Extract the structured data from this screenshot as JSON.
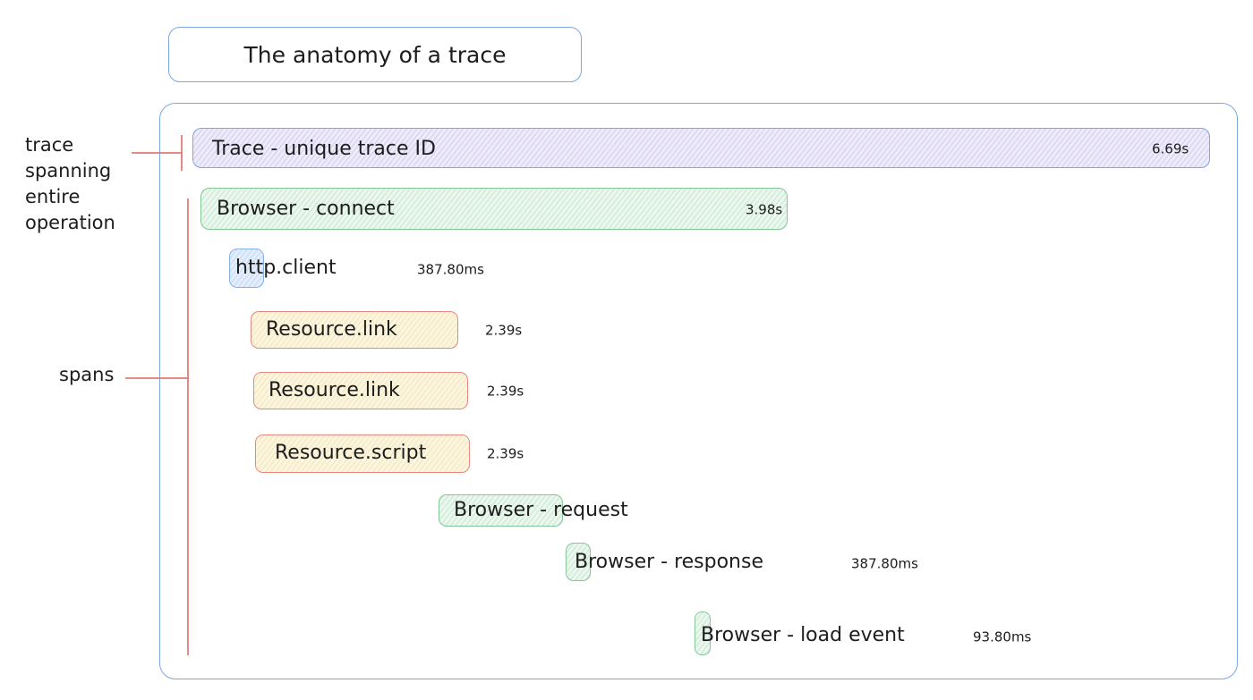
{
  "title": "The anatomy of a trace",
  "annotations": {
    "trace_note": "trace\nspanning\nentire\noperation",
    "spans_note": "spans"
  },
  "spans": [
    {
      "name": "trace",
      "label": "Trace - unique trace ID",
      "duration": "6.69s",
      "color": "purple"
    },
    {
      "name": "browser-connect",
      "label": "Browser - connect",
      "duration": "3.98s",
      "color": "green"
    },
    {
      "name": "http-client",
      "label": "http.client",
      "duration": "387.80ms",
      "color": "blue"
    },
    {
      "name": "resource-link-1",
      "label": "Resource.link",
      "duration": "2.39s",
      "color": "yellow"
    },
    {
      "name": "resource-link-2",
      "label": "Resource.link",
      "duration": "2.39s",
      "color": "yellow"
    },
    {
      "name": "resource-script",
      "label": "Resource.script",
      "duration": "2.39s",
      "color": "yellow"
    },
    {
      "name": "browser-request",
      "label": "Browser - request",
      "duration": "",
      "color": "green"
    },
    {
      "name": "browser-response",
      "label": "Browser - response",
      "duration": "387.80ms",
      "color": "green"
    },
    {
      "name": "browser-load-event",
      "label": "Browser - load event",
      "duration": "93.80ms",
      "color": "green"
    }
  ],
  "colors": {
    "stroke_blue": "#7ca7e2",
    "fill_purple": "#eeebfa",
    "hatch_purple": "#dcd5f2",
    "stroke_green": "#82c795",
    "fill_green": "#ecf7ef",
    "hatch_green": "#d0ecd9",
    "stroke_salmon": "#e8887e",
    "fill_yellow": "#fdf6df",
    "hatch_yellow": "#f5e9c8",
    "stroke_blue2": "#85b1e8",
    "fill_blue": "#e3edfb",
    "hatch_blue": "#cddff6",
    "annotation_red": "#e0756e",
    "text": "#1d1d1d"
  }
}
